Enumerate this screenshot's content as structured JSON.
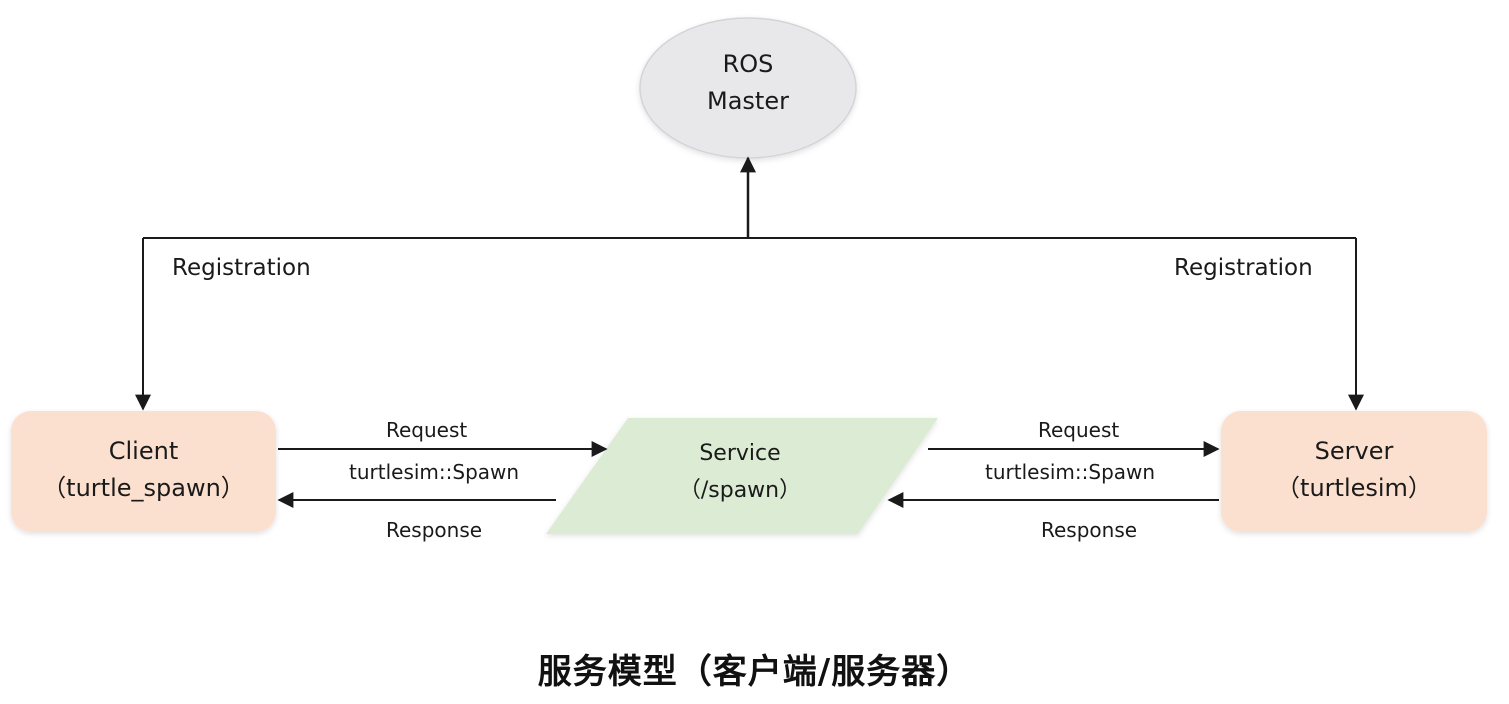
{
  "master": {
    "line1": "ROS",
    "line2": "Master"
  },
  "client": {
    "line1": "Client",
    "line2": "（turtle_spawn）"
  },
  "service": {
    "line1": "Service",
    "line2": "（/spawn）"
  },
  "server": {
    "line1": "Server",
    "line2": "（turtlesim）"
  },
  "edges": {
    "left_registration": "Registration",
    "right_registration": "Registration",
    "left_request": "Request",
    "left_type": "turtlesim::Spawn",
    "left_response": "Response",
    "right_request": "Request",
    "right_type": "turtlesim::Spawn",
    "right_response": "Response"
  },
  "caption": "服务模型（客户端/服务器）",
  "colors": {
    "master_fill": "#e8e8ea",
    "node_fill": "#fbe0cf",
    "service_fill": "#dcebd3",
    "line": "#1a1a1a"
  }
}
